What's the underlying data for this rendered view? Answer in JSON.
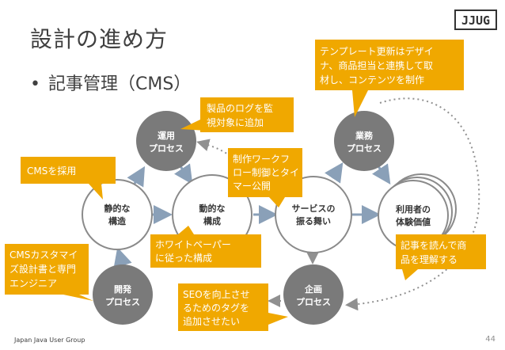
{
  "slide": {
    "title": "設計の進め方",
    "bullet": "記事管理（CMS）",
    "footer": "Japan Java User Group",
    "page_number": "44",
    "logo_text": "JJUG"
  },
  "colors": {
    "callout": "#f0a800",
    "node_dark": "#7a7a7a",
    "node_white": "#ffffff",
    "node_border": "#8a8a8a",
    "arrow": "#8aa0b8",
    "dotted": "#909090"
  },
  "nodes": {
    "operations": {
      "line1": "運用",
      "line2": "プロセス"
    },
    "business": {
      "line1": "業務",
      "line2": "プロセス"
    },
    "static_structure": {
      "line1": "静的な",
      "line2": "構造"
    },
    "dynamic_structure": {
      "line1": "動的な",
      "line2": "構成"
    },
    "service_behavior": {
      "line1": "サービスの",
      "line2": "振る舞い"
    },
    "user_experience": {
      "line1": "利用者の",
      "line2": "体験価値"
    },
    "development": {
      "line1": "開発",
      "line2": "プロセス"
    },
    "planning": {
      "line1": "企画",
      "line2": "プロセス"
    }
  },
  "callouts": {
    "template_update": [
      "テンプレート更新はデザイ",
      "ナ、商品担当と連携して取",
      "材し、コンテンツを制作"
    ],
    "log_monitoring": [
      "製品のログを監",
      "視対象に追加"
    ],
    "adopt_cms": [
      "CMSを採用"
    ],
    "workflow": [
      "制作ワークフ",
      "ロー制御とタイ",
      "マー公開"
    ],
    "whitepaper": [
      "ホワイトペーパー",
      "に従った構成"
    ],
    "custom_engineer": [
      "CMSカスタマイ",
      "ズ設計書と専門",
      "エンジニア"
    ],
    "read_article": [
      "記事を読んで商",
      "品を理解する"
    ],
    "seo": [
      "SEOを向上させ",
      "るためのタグを",
      "追加させたい"
    ]
  }
}
